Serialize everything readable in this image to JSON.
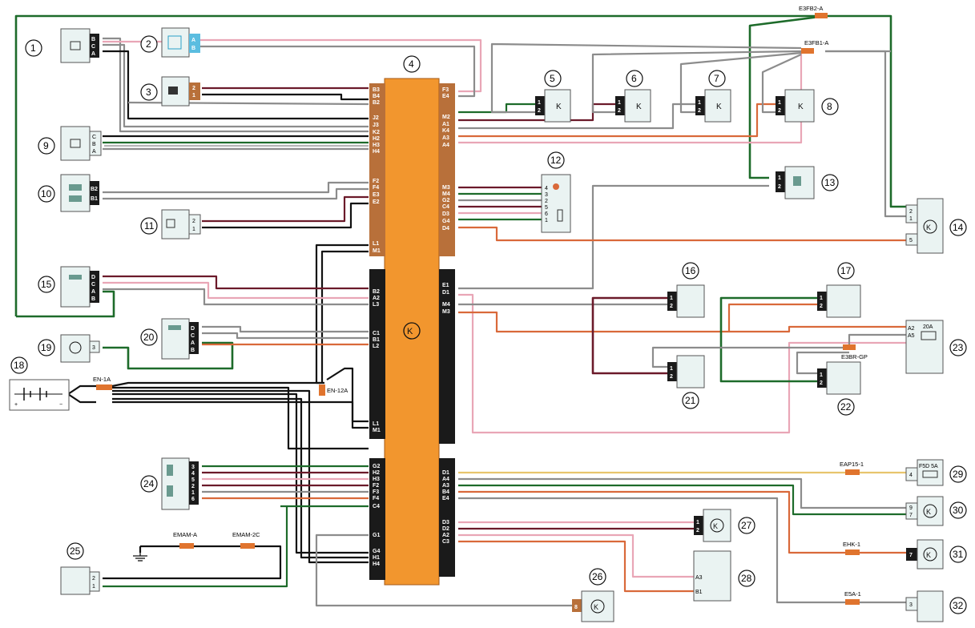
{
  "colors": {
    "ecu": "#f2962e",
    "connector_pin_bg": "#b8703a",
    "dark_connector": "#1a1a1a",
    "device_fill": "#eaf3f2",
    "wire_black": "#111111",
    "wire_grey": "#8c8c8c",
    "wire_green": "#1d6b2a",
    "wire_brown": "#6b1a2a",
    "wire_orange": "#d9693a",
    "wire_pink": "#e9a6b6",
    "wire_yellow": "#e8c56d",
    "splice": "#e0742e"
  },
  "components": [
    {
      "id": "1",
      "pins": [
        "B",
        "C",
        "A"
      ]
    },
    {
      "id": "2",
      "pins": [
        "A",
        "B"
      ]
    },
    {
      "id": "3",
      "pins": [
        "2",
        "1"
      ]
    },
    {
      "id": "4"
    },
    {
      "id": "5",
      "pins": [
        "1",
        "2"
      ]
    },
    {
      "id": "6",
      "pins": [
        "1",
        "2"
      ]
    },
    {
      "id": "7",
      "pins": [
        "1",
        "2"
      ]
    },
    {
      "id": "8",
      "pins": [
        "1",
        "2"
      ]
    },
    {
      "id": "9",
      "pins": [
        "C",
        "B",
        "A"
      ]
    },
    {
      "id": "10",
      "pins": [
        "B2",
        "B1"
      ]
    },
    {
      "id": "11",
      "pins": [
        "2",
        "1"
      ]
    },
    {
      "id": "12",
      "pins": [
        "4",
        "3",
        "2",
        "5",
        "6",
        "1"
      ]
    },
    {
      "id": "13",
      "pins": [
        "1",
        "2"
      ]
    },
    {
      "id": "14",
      "pins": [
        "2",
        "1",
        "5"
      ]
    },
    {
      "id": "15",
      "pins": [
        "D",
        "C",
        "A",
        "B"
      ]
    },
    {
      "id": "16",
      "pins": [
        "1",
        "2"
      ]
    },
    {
      "id": "17",
      "pins": [
        "1",
        "2"
      ]
    },
    {
      "id": "18",
      "pins": [
        "+",
        "−"
      ]
    },
    {
      "id": "19",
      "pins": [
        "3"
      ]
    },
    {
      "id": "20",
      "pins": [
        "D",
        "C",
        "A",
        "B"
      ]
    },
    {
      "id": "21",
      "pins": [
        "1",
        "2"
      ]
    },
    {
      "id": "22",
      "pins": [
        "1",
        "2"
      ]
    },
    {
      "id": "23",
      "pins": [
        "A2",
        "A5"
      ],
      "label": "20A"
    },
    {
      "id": "24",
      "pins": [
        "3",
        "4",
        "5",
        "2",
        "1",
        "6"
      ]
    },
    {
      "id": "25",
      "pins": [
        "2",
        "1"
      ]
    },
    {
      "id": "26",
      "pins": [
        "8"
      ]
    },
    {
      "id": "27",
      "pins": [
        "1",
        "2"
      ]
    },
    {
      "id": "28",
      "pins": [
        "A3",
        "B1"
      ]
    },
    {
      "id": "29",
      "pins": [
        "4"
      ],
      "label": "F5D  5A"
    },
    {
      "id": "30",
      "pins": [
        "9",
        "7"
      ]
    },
    {
      "id": "31",
      "pins": [
        "7"
      ]
    },
    {
      "id": "32",
      "pins": [
        "3"
      ]
    }
  ],
  "ecu_connectors": {
    "upper_left": [
      "B3",
      "B4",
      "B2",
      "J2",
      "J3",
      "K2",
      "H2",
      "H3",
      "H4",
      "F2",
      "F4",
      "E3",
      "E2",
      "L1",
      "M1"
    ],
    "upper_right": [
      "F3",
      "E4",
      "M2",
      "A1",
      "K4",
      "A3",
      "A4",
      "M3",
      "M4",
      "G2",
      "C4",
      "D3",
      "G4",
      "D4"
    ],
    "middle_left": [
      "B2",
      "A2",
      "L3",
      "C1",
      "B1",
      "L2",
      "L1",
      "M1"
    ],
    "middle_right": [
      "E1",
      "D1",
      "M4",
      "M3"
    ],
    "lower_left": [
      "G2",
      "H2",
      "H3",
      "F2",
      "F3",
      "F4",
      "C4",
      "G1",
      "G4",
      "H1",
      "H4"
    ],
    "lower_right": [
      "D1",
      "A4",
      "A3",
      "B4",
      "E4",
      "D3",
      "D2",
      "A2",
      "C3"
    ]
  },
  "splices": [
    "E3FB2-A",
    "E3FB1-A",
    "E3BR-GP",
    "EN-1A",
    "EN-12A",
    "EMAM-A",
    "EMAM-2C",
    "EAP15-1",
    "EHK-1",
    "E5A-1"
  ]
}
